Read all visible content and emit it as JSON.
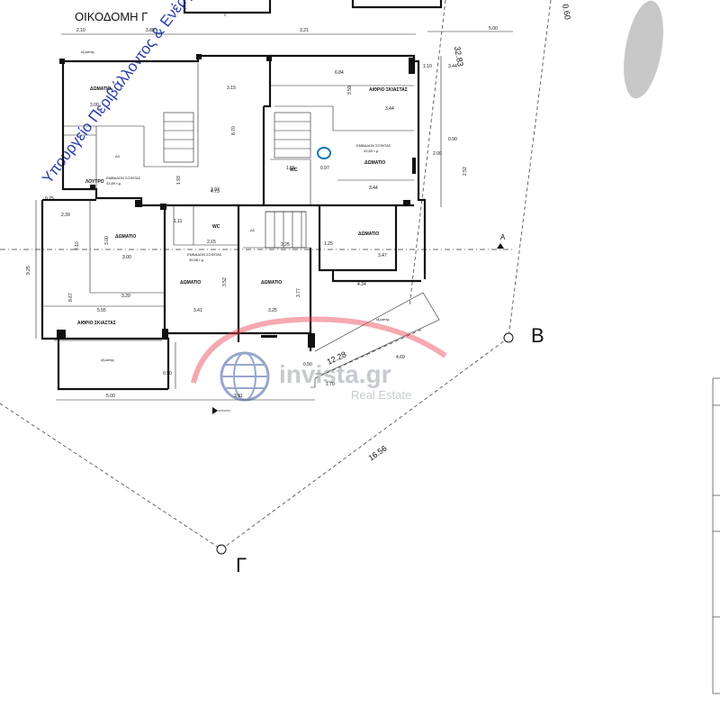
{
  "title": "ΟΙΚΟΔΟΜΗ Γ",
  "stamp": "Υπουργείο Περιβάλλοντος & Ενέργ",
  "watermark": {
    "brand": "invista.gr",
    "sub": "Real Estate",
    "color": "#e8424f"
  },
  "points": {
    "A": "A",
    "B": "B",
    "G": "Γ"
  },
  "boundary": {
    "d1": "32.83",
    "d2": "16.56",
    "d3": "12.28",
    "d4": "0.60"
  },
  "rooms": {
    "domatio": "ΔΩΜΑΤΙΟ",
    "atrio": "ΑΙΘΡΙΟ ΣΚΙΑΣΤΑΣ",
    "loutro": "ΛΟΥΤΡΟ",
    "wc": "WC",
    "exostis": "εξώστης",
    "embadon1": "ΕΜΒΑΔΟΝ ΣΟΦΙΤΑΣ",
    "embadon1_val": "42,83 τ.μ.",
    "embadon2": "ΕΜΒΑΔΟΝ ΣΟΦΙΤΑΣ",
    "embadon2_val": "43,89 τ.μ.",
    "embadon3": "ΕΜΒΑΔΟΝ ΣΟΦΙΤΑΣ",
    "embadon3_val": "39,58 τ.μ.",
    "d3": "Δ3",
    "d2": "Δ2"
  },
  "dims": [
    "2.10",
    "3.88",
    "3.21",
    "6.84",
    "3.15",
    "3.59",
    "3.44",
    "1.10",
    "5.00",
    "3.00",
    "8.70",
    "3.93",
    "4.73",
    "1.55",
    "0.97",
    "3.44",
    "2.00",
    "2.52",
    "0.90",
    "1.11",
    "2.15",
    "2.25",
    "3.47",
    "1.25",
    "4.34",
    "3.00",
    "3.20",
    "3.41",
    "3.25",
    "5.55",
    "5.00",
    "3.91",
    "0.90",
    "0.50",
    "1.70",
    "4.69",
    "2.39",
    "8.67",
    "9.25",
    "4.10",
    "0.75",
    "3.77",
    "3.52",
    "1.93",
    "3.00"
  ]
}
